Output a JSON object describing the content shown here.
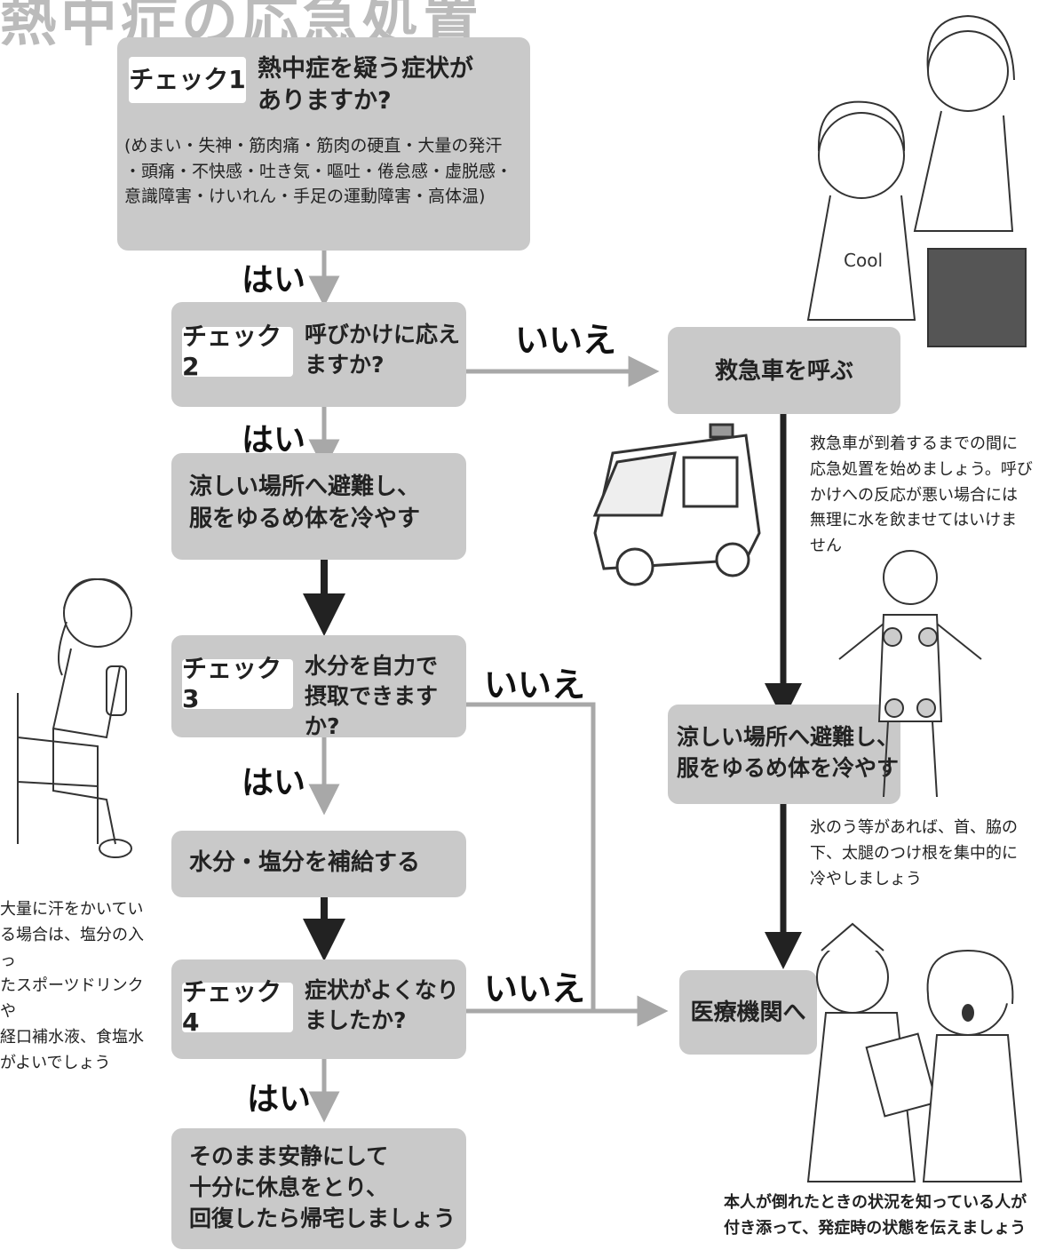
{
  "title": "熱中症の応急処置",
  "check1": {
    "label": "チェック1",
    "question": "熱中症を疑う症状が\nありますか?",
    "detail": "(めまい・失神・筋肉痛・筋肉の硬直・大量の発汗\n・頭痛・不快感・吐き気・嘔吐・倦怠感・虚脱感・\n意識障害・けいれん・手足の運動障害・高体温)"
  },
  "check2": {
    "label": "チェック2",
    "question": "呼びかけに応え\nますか?"
  },
  "check3": {
    "label": "チェック3",
    "question": "水分を自力で\n摂取できますか?"
  },
  "check4": {
    "label": "チェック4",
    "question": "症状がよくなり\nましたか?"
  },
  "yes_label": "はい",
  "no_label": "いいえ",
  "actions": {
    "cool_left": "涼しい場所へ避難し、\n服をゆるめ体を冷やす",
    "hydrate": "水分・塩分を補給する",
    "rest": "そのまま安静にして\n十分に休息をとり、\n回復したら帰宅しましょう",
    "ambulance": "救急車を呼ぶ",
    "cool_right": "涼しい場所へ避難し、\n服をゆるめ体を冷やす",
    "hospital": "医療機関へ"
  },
  "notes": {
    "ambulance_note": "救急車が到着するまでの間に\n応急処置を始めましょう。呼び\nかけへの反応が悪い場合には\n無理に水を飲ませてはいけま\nせん",
    "ice_note": "氷のう等があれば、首、脇の\n下、太腿のつけ根を集中的に\n冷やしましょう",
    "hospital_note": "本人が倒れたときの状況を知っている人が\n付き添って、発症時の状態を伝えましょう",
    "sweat_note": "大量に汗をかいてい\nる場合は、塩分の入っ\nたスポーツドリンクや\n経口補水液、食塩水\nがよいでしょう"
  }
}
